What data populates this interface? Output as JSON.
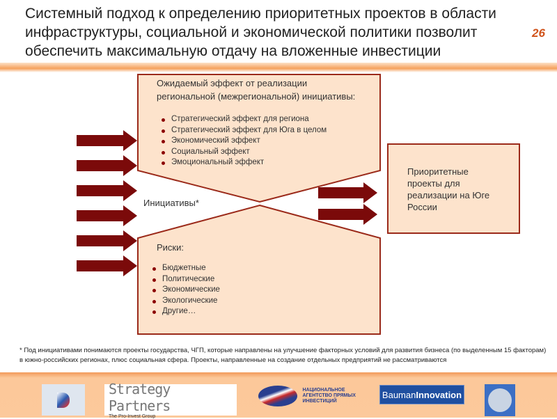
{
  "title": "Системный подход к определению приоритетных проектов в области инфраструктуры, социальной и экономической политики позволит обеспечить максимальную отдачу на вложенные инвестиции",
  "page_number": "26",
  "effect_box": {
    "heading": "Ожидаемый эффект от реализации региональной (межрегиональной) инициативы:",
    "items": [
      "Стратегический эффект для региона",
      "Стратегический эффект для Юга в целом",
      "Экономический эффект",
      "Социальный эффект",
      "Эмоциональный эффект"
    ]
  },
  "initiatives_label": "Инициативы*",
  "risks_box": {
    "heading": "Риски:",
    "items": [
      "Бюджетные",
      "Политические",
      "Экономические",
      "Экологические",
      "Другие…"
    ]
  },
  "result_box": "Приоритетные проекты для реализации  на Юге России",
  "footnote": "* Под инициативами понимаются проекты государства, ЧГП, которые направлены на улучшение факторных условий для развития бизнеса (по выделенным 15 факторам) в  южно-российских регионах, плюс социальная сфера. Проекты, направленные на создание отдельных предприятий не рассматриваются",
  "logos": {
    "strategy_partners": "Strategy Partners",
    "strategy_partners_sub": "The Pro-Invest Group",
    "napi": "НАЦИОНАЛЬНОЕ АГЕНТСТВО ПРЯМЫХ ИНВЕСТИЦИЙ",
    "bauman_a": "Bauman",
    "bauman_b": "Innovation"
  },
  "colors": {
    "arrow": "#7b0a0a",
    "box_fill": "#fde3cc",
    "box_stroke": "#9b2a1a",
    "accent": "#d0531b"
  }
}
